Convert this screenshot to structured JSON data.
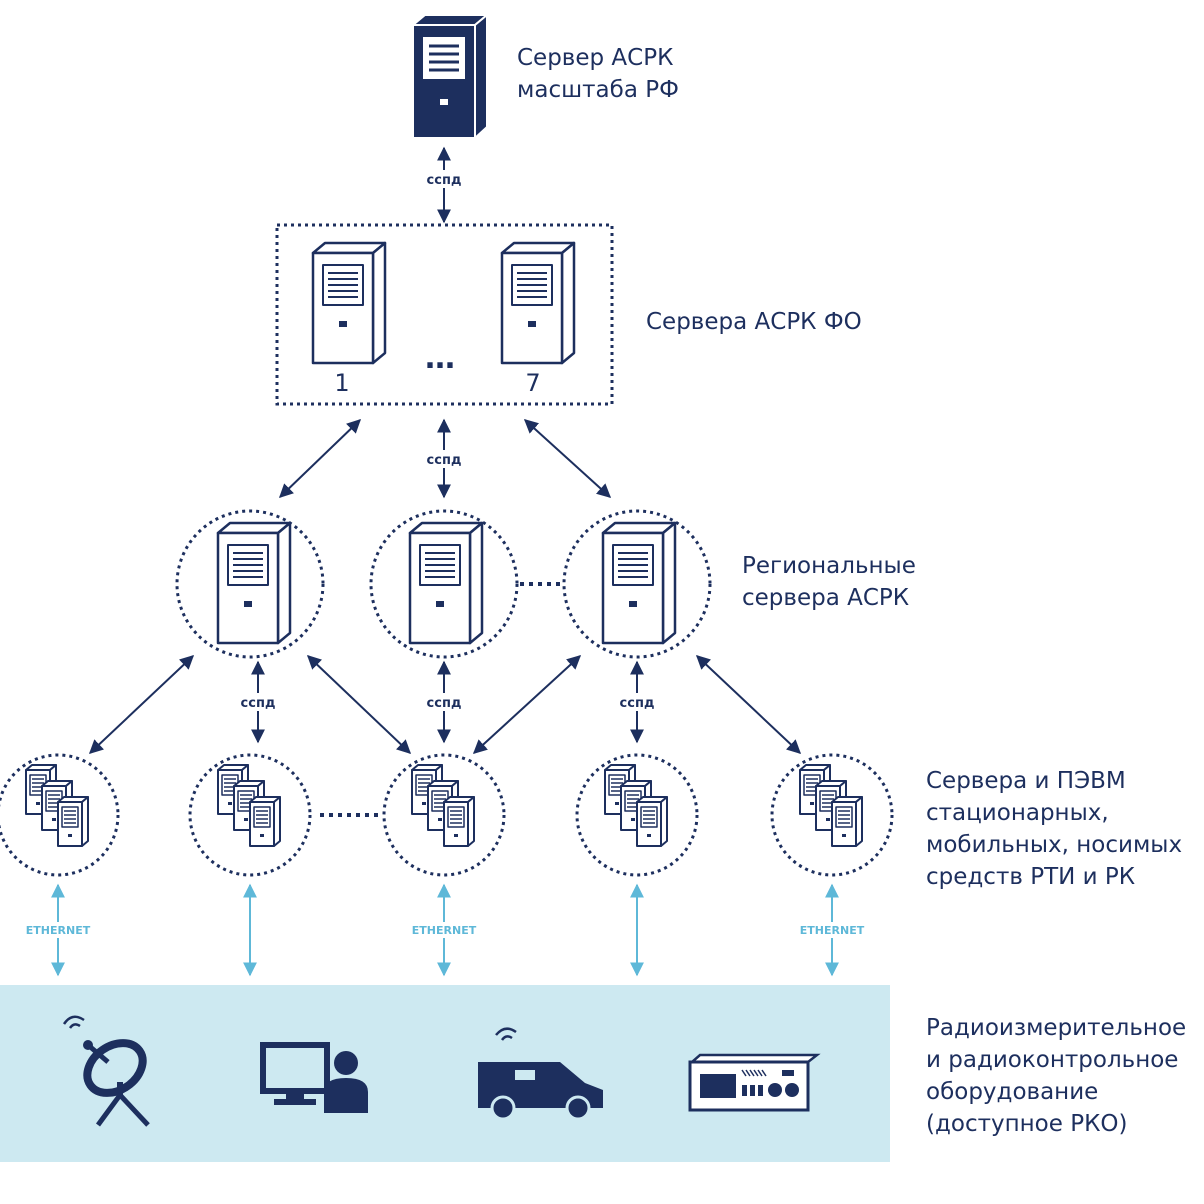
{
  "labels": {
    "top_server": [
      "Сервер АСРК",
      "масштаба РФ"
    ],
    "fo_servers": [
      "Сервера АСРК ФО"
    ],
    "regional_servers": [
      "Региональные",
      "сервера АСРК"
    ],
    "stations": [
      "Сервера и ПЭВМ",
      "стационарных,",
      "мобильных, носимых",
      "средств РТИ и РК"
    ],
    "equipment": [
      "Радиоизмерительное",
      "и радиоконтрольное",
      "оборудование",
      "(доступное РКО)"
    ]
  },
  "fo_group": {
    "first_index": "1",
    "last_index": "7",
    "ellipsis": "…"
  },
  "link_labels": {
    "sspd": "сспд",
    "ethernet": "ETHERNET"
  },
  "colors": {
    "navy": "#1d2f5e",
    "cyan": "#5eb8d8",
    "band": "#cde9f1"
  }
}
